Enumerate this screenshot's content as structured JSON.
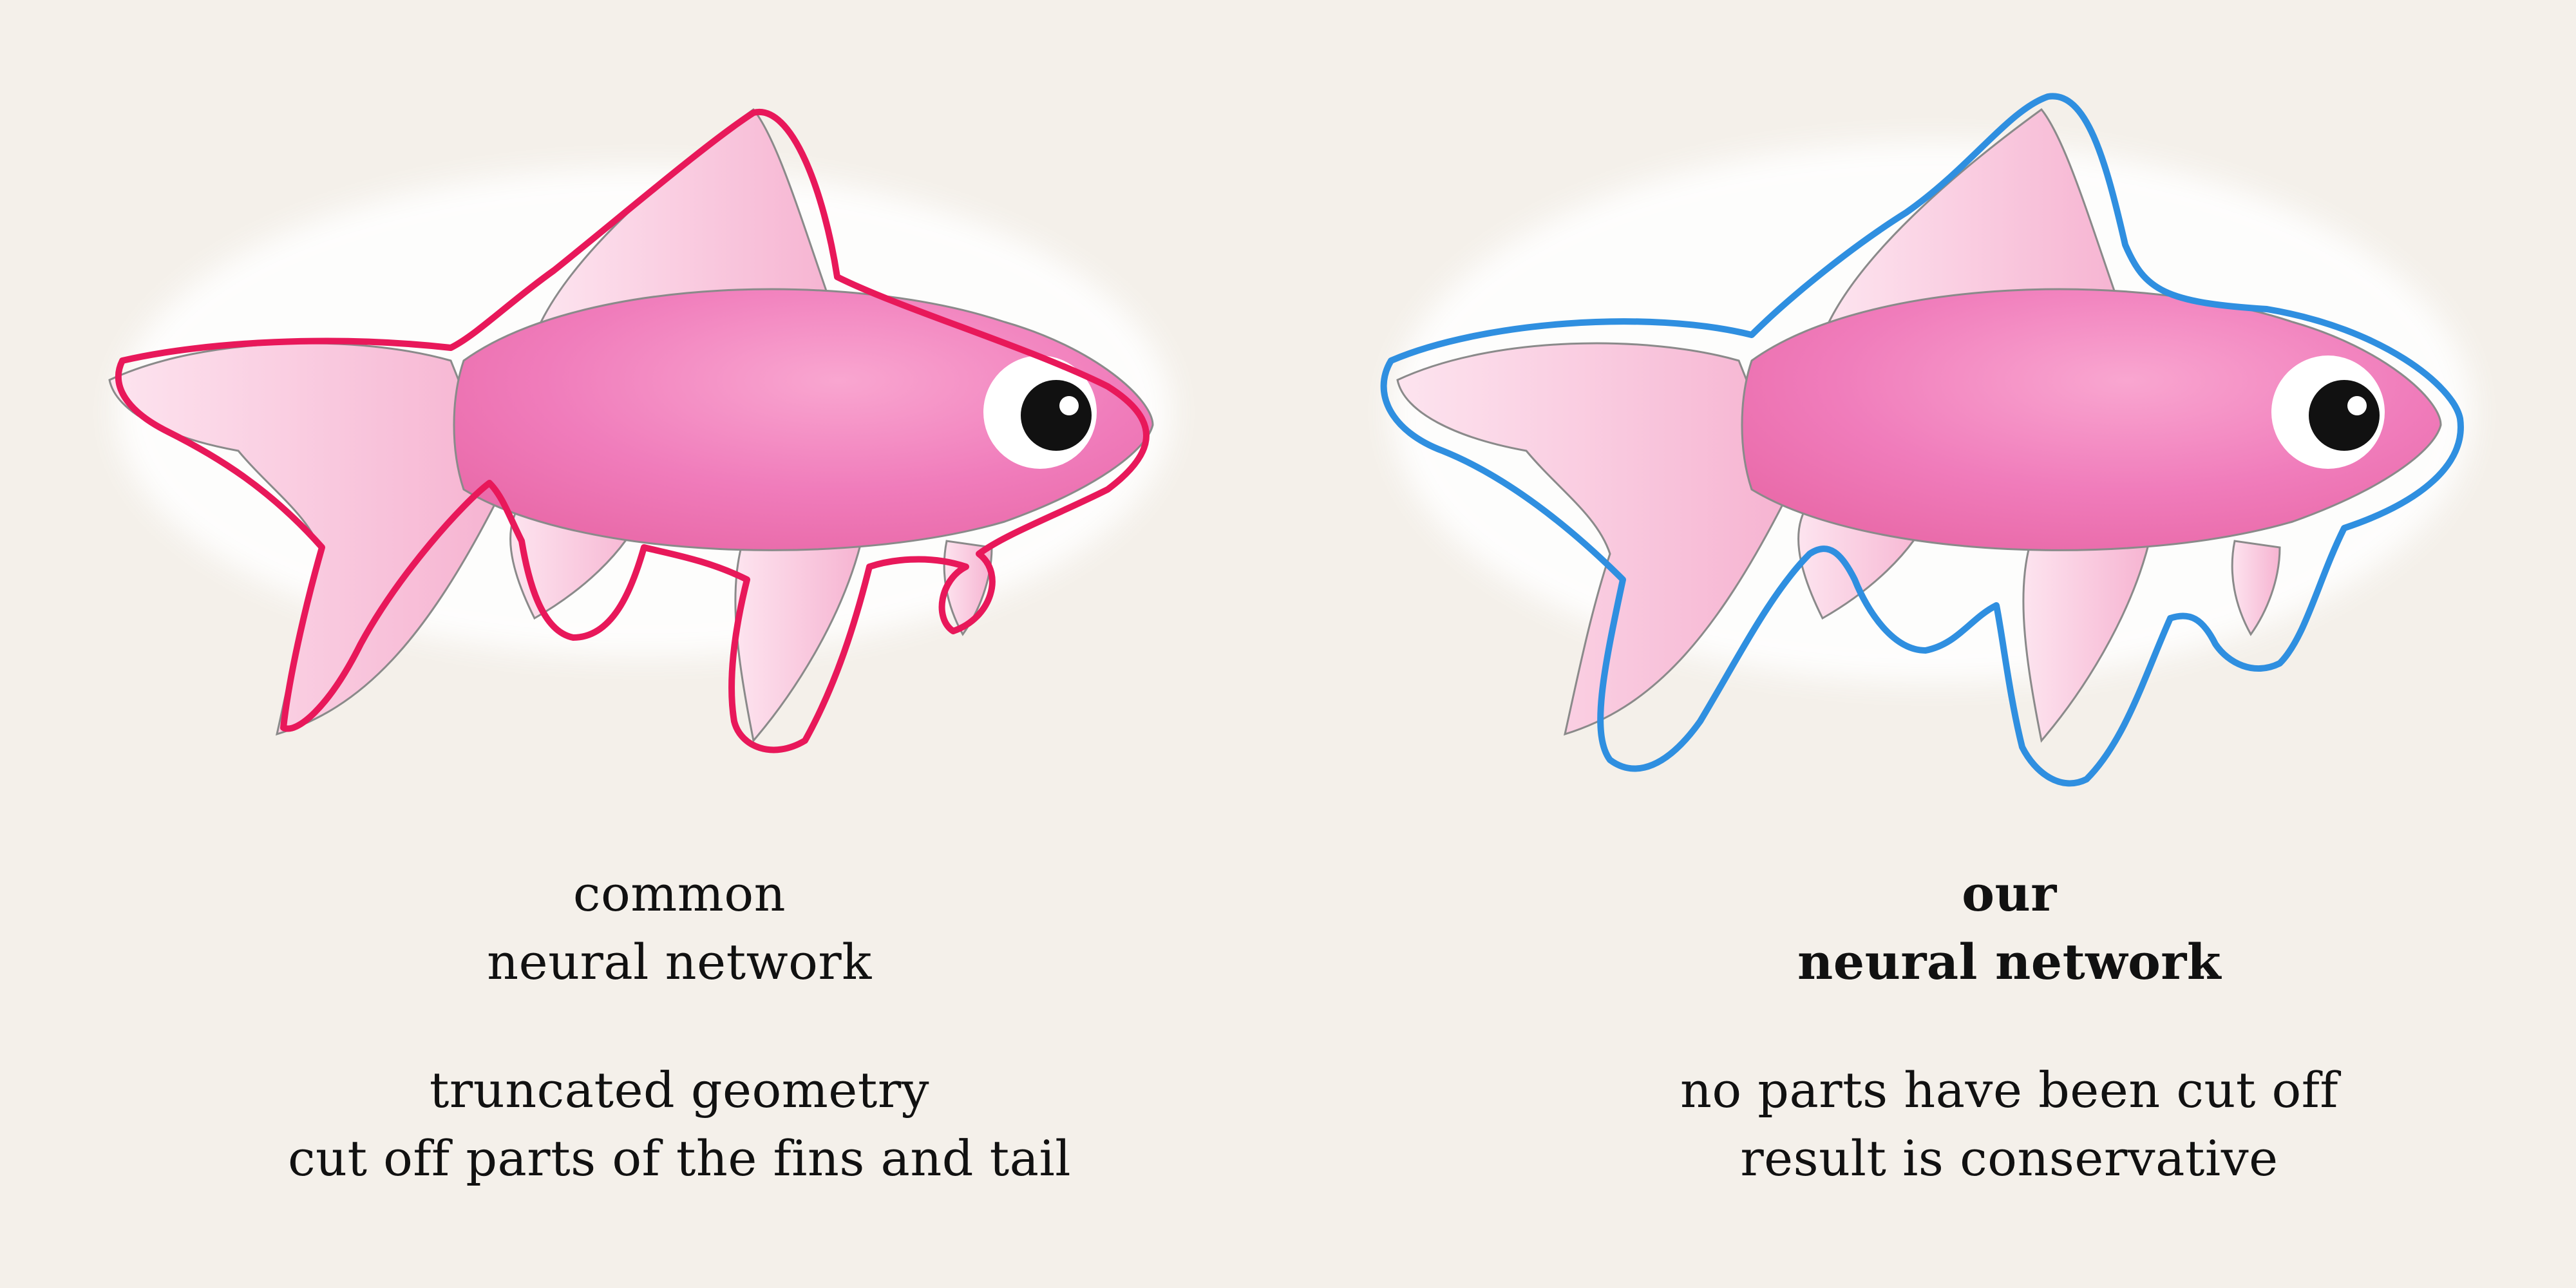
{
  "figures": [
    {
      "id": "common",
      "title_lines": [
        "common",
        "neural network"
      ],
      "title_bold": false,
      "description_lines": [
        "truncated geometry",
        "cut off parts of the fins and tail"
      ],
      "outline_color": "#e8185a"
    },
    {
      "id": "ours",
      "title_lines": [
        "our",
        "neural network"
      ],
      "title_bold": true,
      "description_lines": [
        "no parts have been cut off",
        "result is conservative"
      ],
      "outline_color": "#2f8fe0"
    }
  ],
  "colors": {
    "background": "#f4f0ea",
    "body_pink": "#f07cbb",
    "fin_pink": "#f8c6dc",
    "eye_white": "#ffffff",
    "pupil": "#111111"
  },
  "icons": [
    "fish-illustration",
    "fish-eye-icon"
  ]
}
